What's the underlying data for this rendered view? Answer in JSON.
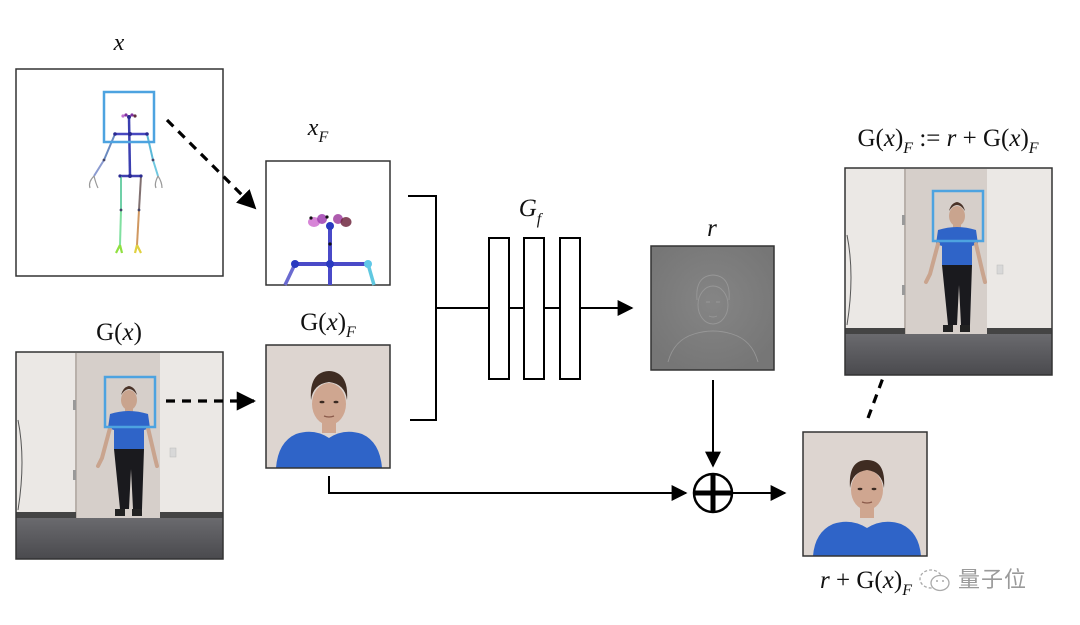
{
  "diagram": {
    "title": "Face enhancement pipeline with residual generator",
    "nodes": {
      "x": {
        "label": "x",
        "description": "pose skeleton input"
      },
      "x_F": {
        "label_main": "x",
        "label_sub": "F",
        "description": "cropped face pose"
      },
      "G_x": {
        "label": "G(x)",
        "description": "generated full-body frame"
      },
      "G_x_F": {
        "label_main": "G(x)",
        "label_sub": "F",
        "description": "cropped generated face"
      },
      "G_f": {
        "label_main": "G",
        "label_sub": "f",
        "description": "face generator network",
        "layers": 3
      },
      "r": {
        "label": "r",
        "description": "residual image"
      },
      "sum": {
        "label": "r + G(x)",
        "label_sub": "F",
        "description": "enhanced face"
      },
      "output": {
        "label_left": "G(x)",
        "label_sub1": "F",
        "label_mid": " := r + G(x)",
        "label_sub2": "F",
        "description": "final frame with enhanced face"
      }
    },
    "operator": {
      "symbol": "plus-circle-icon"
    },
    "colors": {
      "crop_box": "#4da3e0",
      "shirt": "#2f64c8",
      "wall": "#e9e6e3",
      "door": "#d8d1cc",
      "floor": "#5a5a5e",
      "residual": "#7d7d7d",
      "line": "#000000"
    }
  },
  "watermark": {
    "text": "量子位"
  }
}
